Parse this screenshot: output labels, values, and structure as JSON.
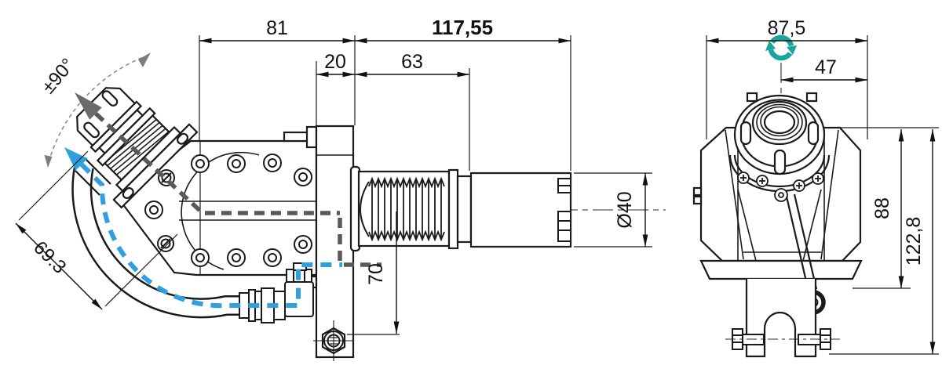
{
  "drawing": {
    "colors": {
      "line": "#1a1a1a",
      "blue": "#2f9fdf",
      "teal": "#17a69e",
      "axisgray": "#595959",
      "arcgray": "#8d8d8d",
      "text": "#111111",
      "bg": "#ffffff"
    },
    "side": {
      "name": "side-view",
      "dims": {
        "d81": "81",
        "d117": "117,55",
        "d20": "20",
        "d63": "63",
        "d70": "70",
        "d40": "Ø40",
        "d693": "69.3",
        "angle": "±90°"
      }
    },
    "front": {
      "name": "front-view",
      "dims": {
        "d875": "87,5",
        "d47": "47",
        "d88": "88",
        "d1228": "122,8"
      }
    }
  }
}
